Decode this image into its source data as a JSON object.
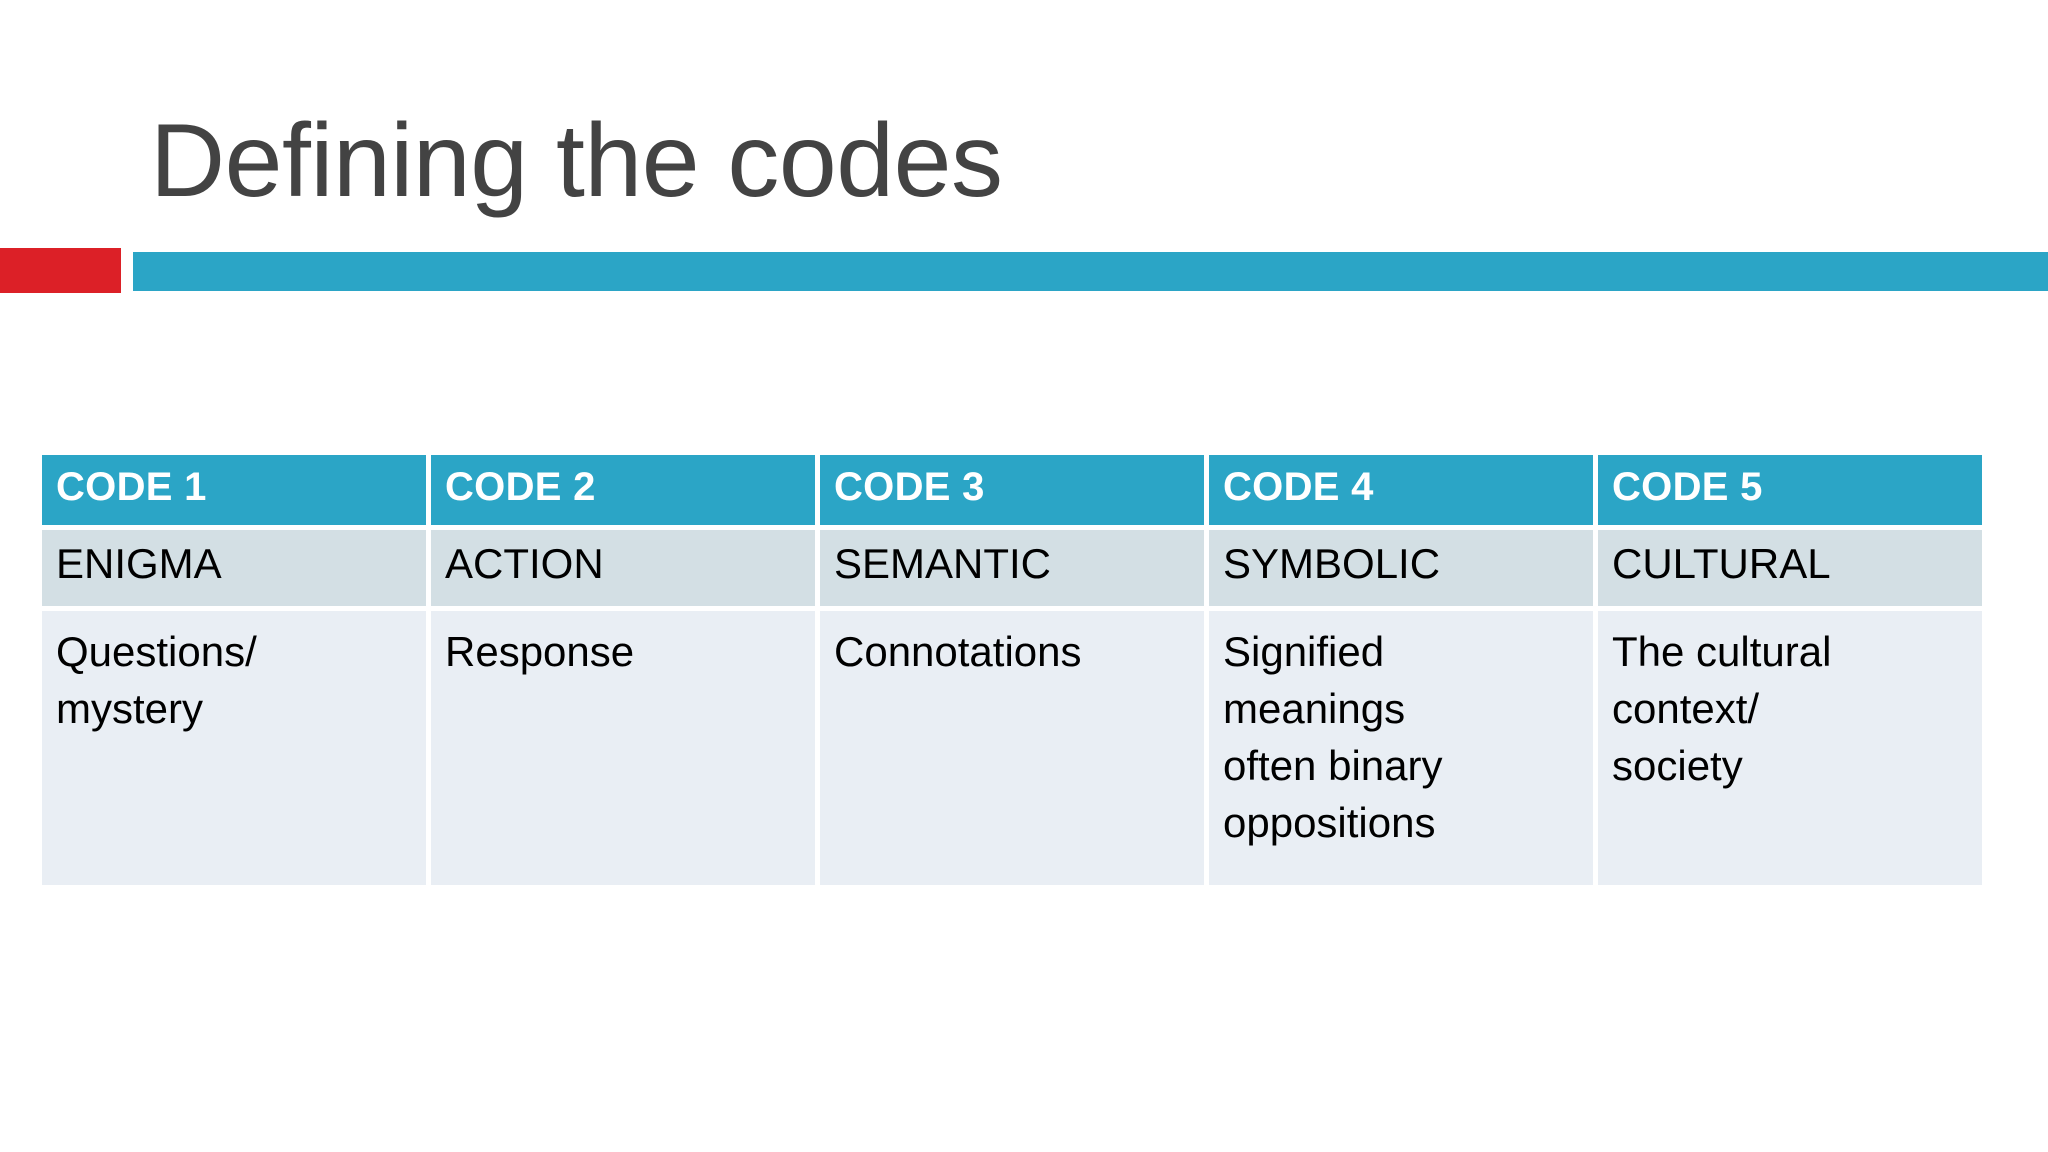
{
  "slide": {
    "title": "Defining the codes",
    "colors": {
      "title_text": "#434343",
      "accent_red": "#dc2027",
      "accent_teal": "#2ba5c6",
      "header_row_bg": "#2ba5c6",
      "header_row_text": "#ffffff",
      "term_row_bg": "#d3dfe4",
      "desc_row_bg": "#e9eef4",
      "body_text": "#000000",
      "background": "#ffffff"
    }
  },
  "table": {
    "headers": [
      "CODE 1",
      "CODE 2",
      "CODE 3",
      "CODE 4",
      "CODE 5"
    ],
    "rows": [
      {
        "kind": "term",
        "cells": [
          {
            "lines": [
              "ENIGMA"
            ]
          },
          {
            "lines": [
              "ACTION"
            ]
          },
          {
            "lines": [
              "SEMANTIC"
            ]
          },
          {
            "lines": [
              "SYMBOLIC"
            ]
          },
          {
            "lines": [
              "CULTURAL"
            ]
          }
        ]
      },
      {
        "kind": "description",
        "cells": [
          {
            "lines": [
              "Questions/",
              "mystery"
            ]
          },
          {
            "lines": [
              "Response"
            ]
          },
          {
            "lines": [
              "Connotations"
            ]
          },
          {
            "lines": [
              "Signified",
              "meanings",
              "often binary",
              "oppositions"
            ]
          },
          {
            "lines": [
              "The cultural",
              "context/",
              "society"
            ]
          }
        ]
      }
    ]
  }
}
